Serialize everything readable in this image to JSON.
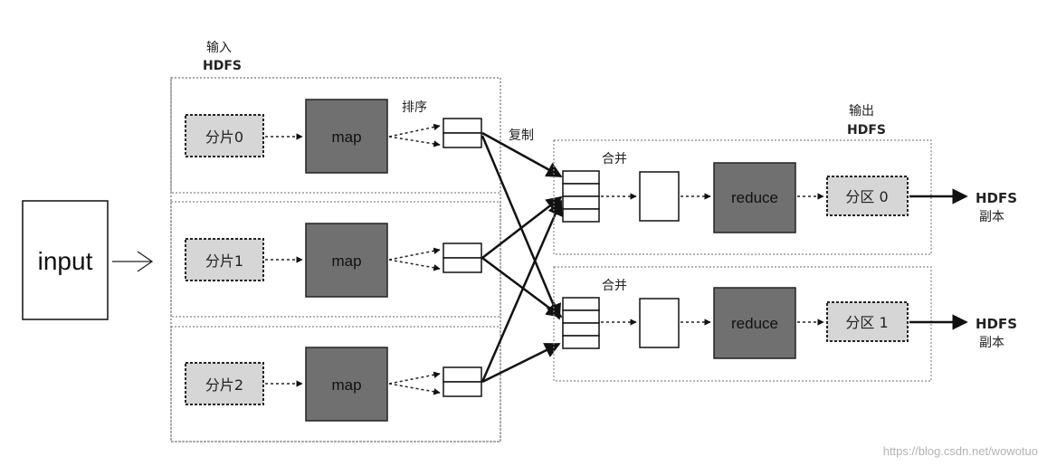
{
  "input_label": "input",
  "map_phase": {
    "title_line1": "输入",
    "title_line2": "HDFS",
    "sort_label": "排序",
    "copy_label": "复制",
    "map_label": "map",
    "splits": [
      "分片0",
      "分片1",
      "分片2"
    ]
  },
  "reduce_phase": {
    "title_line1": "输出",
    "title_line2": "HDFS",
    "merge_label": "合并",
    "reduce_label": "reduce",
    "partitions": [
      "分区 0",
      "分区 1"
    ],
    "output_line1": "HDFS",
    "output_line2": "副本"
  },
  "watermark": "https://blog.csdn.net/wowotuo"
}
